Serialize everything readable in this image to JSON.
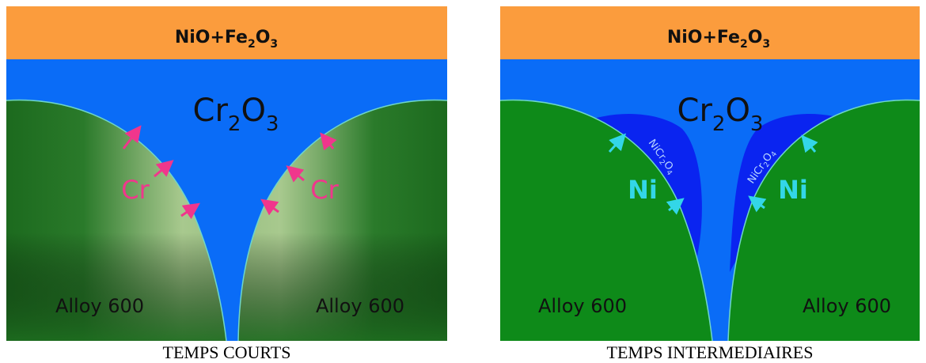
{
  "panels": [
    {
      "top_layer": {
        "prefix": "NiO+Fe",
        "sub1": "2",
        "mid": "O",
        "sub2": "3"
      },
      "oxide": {
        "base": "Cr",
        "sub1": "2",
        "mid": "O",
        "sub2": "3"
      },
      "left_alloy": "Alloy 600",
      "right_alloy": "Alloy 600",
      "diffusing_element": "Cr",
      "caption": "TEMPS COURTS"
    },
    {
      "top_layer": {
        "prefix": "NiO+Fe",
        "sub1": "2",
        "mid": "O",
        "sub2": "3"
      },
      "oxide": {
        "base": "Cr",
        "sub1": "2",
        "mid": "O",
        "sub2": "3"
      },
      "left_alloy": "Alloy 600",
      "right_alloy": "Alloy 600",
      "diffusing_element": "Ni",
      "spinel": {
        "a": "NiCr",
        "s1": "2",
        "b": "O",
        "s2": "4"
      },
      "caption": "TEMPS INTERMEDIAIRES"
    }
  ],
  "colors": {
    "top_layer": "#fb9c3d",
    "oxide": "#0a6cf7",
    "alloy_dark": "#1c6a1e",
    "alloy_green": "#0e8a19",
    "spinel": "#0a24f0",
    "cr_label": "#f0368c",
    "ni_label": "#33d6e8"
  }
}
